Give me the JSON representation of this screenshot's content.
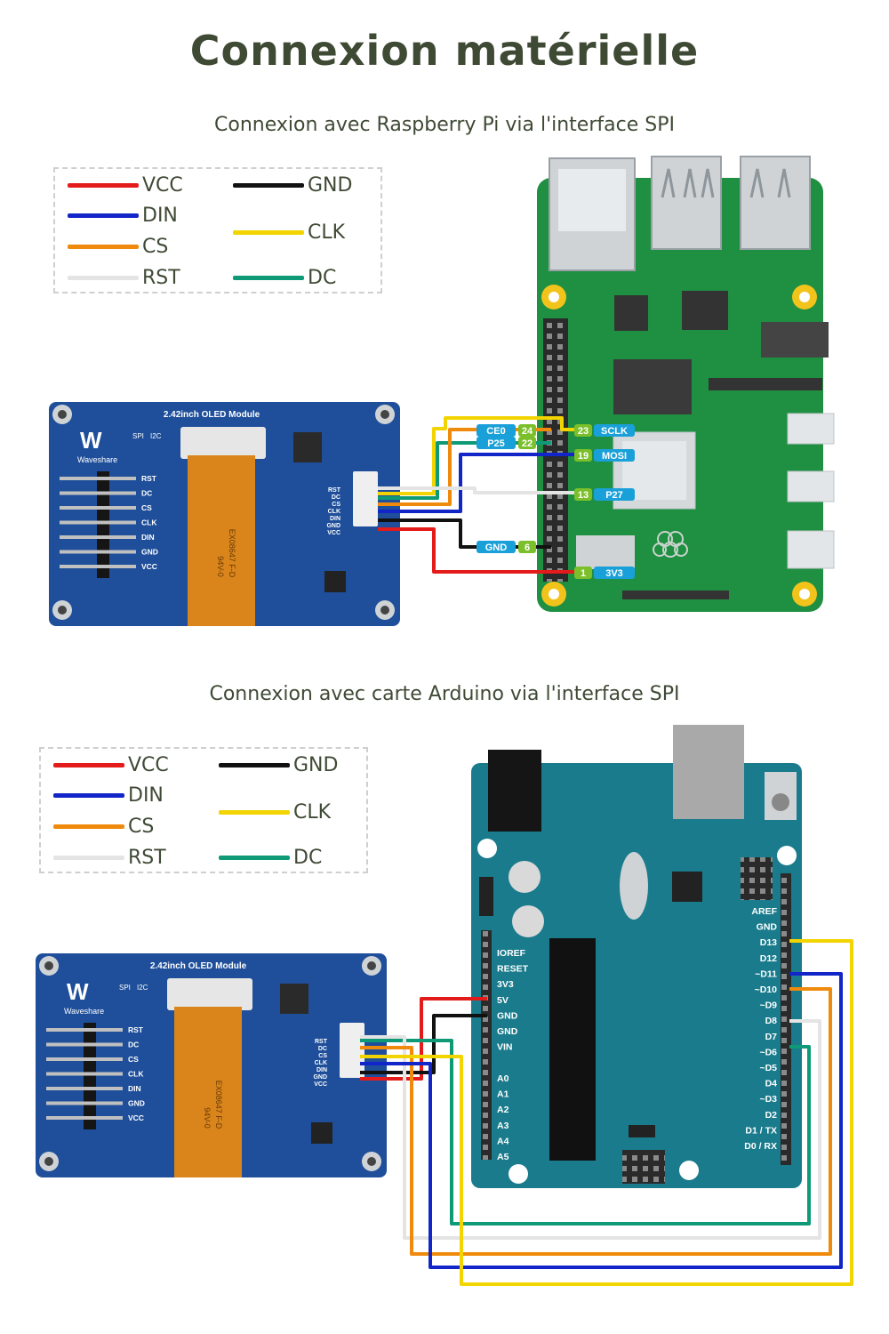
{
  "title": "Connexion matérielle",
  "section_rpi": {
    "subtitle": "Connexion avec Raspberry Pi via l'interface SPI",
    "legend": [
      {
        "label": "VCC",
        "color": "#e31b1b"
      },
      {
        "label": "GND",
        "color": "#111111"
      },
      {
        "label": "DIN",
        "color": "#1125c8"
      },
      {
        "label": "CLK",
        "color": "#f2d400"
      },
      {
        "label": "CS",
        "color": "#f08a0c"
      },
      {
        "label": "DC",
        "color": "#0e9a76"
      },
      {
        "label": "RST",
        "color": "#e4e4e4"
      }
    ],
    "pin_labels": {
      "ce0": "CE0",
      "p24": "24",
      "p25": "P25",
      "p22": "22",
      "p23": "23",
      "sclk": "SCLK",
      "p19": "19",
      "mosi": "MOSI",
      "p13": "13",
      "p27": "P27",
      "gnd": "GND",
      "p6": "6",
      "p1": "1",
      "v33": "3V3"
    }
  },
  "section_arduino": {
    "subtitle": "Connexion avec carte Arduino via l'interface SPI",
    "legend": [
      {
        "label": "VCC",
        "color": "#e31b1b"
      },
      {
        "label": "GND",
        "color": "#111111"
      },
      {
        "label": "DIN",
        "color": "#1125c8"
      },
      {
        "label": "CLK",
        "color": "#f2d400"
      },
      {
        "label": "CS",
        "color": "#f08a0c"
      },
      {
        "label": "DC",
        "color": "#0e9a76"
      },
      {
        "label": "RST",
        "color": "#e4e4e4"
      }
    ],
    "left_header": [
      "IOREF",
      "RESET",
      "3V3",
      "5V",
      "GND",
      "GND",
      "VIN"
    ],
    "analog_header": [
      "A0",
      "A1",
      "A2",
      "A3",
      "A4",
      "A5"
    ],
    "right_header": [
      "AREF",
      "GND",
      "D13",
      "D12",
      "~D11",
      "~D10",
      "~D9",
      "D8",
      "D7",
      "~D6",
      "~D5",
      "D4",
      "~D3",
      "D2",
      "D1 / TX",
      "D0 / RX"
    ]
  },
  "oled": {
    "title": "2.42inch OLED Module",
    "brand": "Waveshare",
    "spi": "SPI",
    "i2c": "I2C",
    "pins": [
      "RST",
      "DC",
      "CS",
      "CLK",
      "DIN",
      "GND",
      "VCC"
    ],
    "connector_pins": [
      "RST",
      "DC",
      "CS",
      "CLK",
      "DIN",
      "GND",
      "VCC"
    ],
    "flex_text": "EX08647  F-D",
    "flex_code": "94V-0"
  }
}
